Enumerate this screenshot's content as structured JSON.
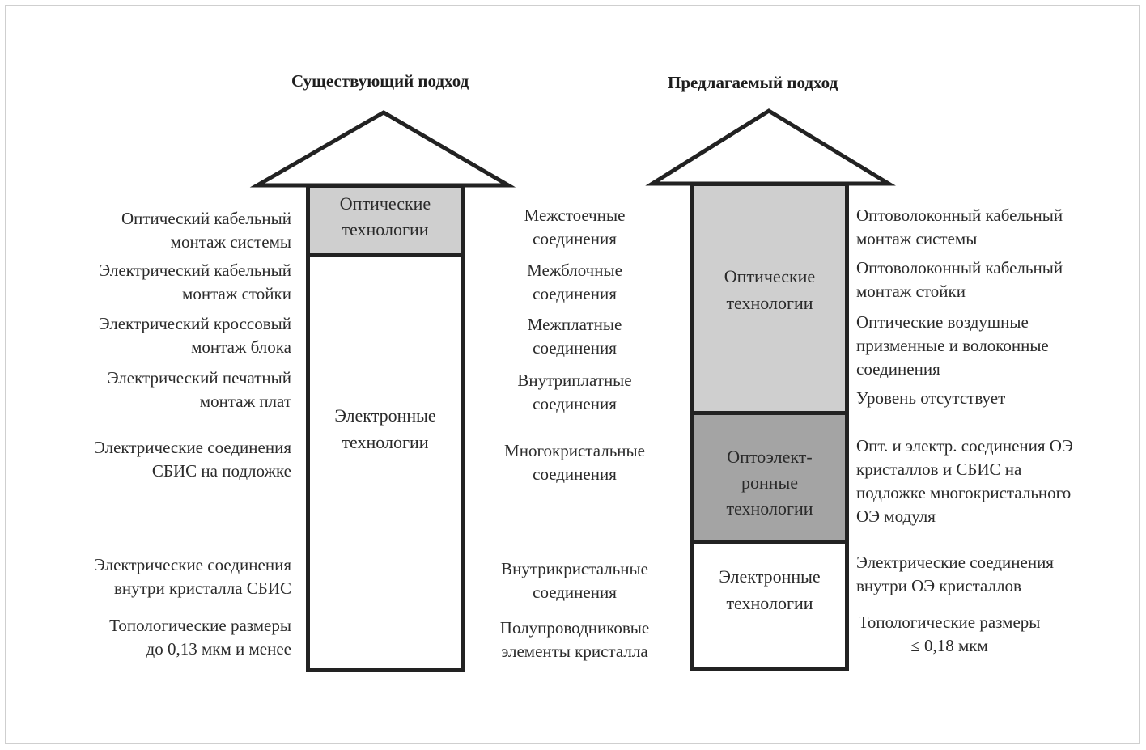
{
  "titles": {
    "existing": "Существующий подход",
    "proposed": "Предлагаемый подход"
  },
  "existing_column": {
    "blocks": [
      {
        "label": "Оптические\nтехнологии",
        "fill": "#cfcfcf"
      },
      {
        "label": "Электронные\nтехнологии",
        "fill": "#ffffff"
      }
    ],
    "left_labels": [
      "Оптический кабельный\nмонтаж системы",
      "Электрический кабельный\nмонтаж стойки",
      "Электрический кроссовый\nмонтаж блока",
      "Электрический печатный\nмонтаж плат",
      "Электрические соединения\nСБИС на подложке",
      "Электрические соединения\nвнутри кристалла СБИС",
      "Топологические размеры\nдо 0,13 мкм и менее"
    ]
  },
  "levels": [
    "Межстоечные\nсоединения",
    "Межблочные\nсоединения",
    "Межплатные\nсоединения",
    "Внутриплатные\nсоединения",
    "Многокристальные\nсоединения",
    "Внутрикристальные\nсоединения",
    "Полупроводниковые\nэлементы кристалла"
  ],
  "proposed_column": {
    "blocks": [
      {
        "label": "Оптические\nтехнологии",
        "fill": "#cfcfcf"
      },
      {
        "label": "Оптоэлект-\nронные\nтехнологии",
        "fill": "#a4a4a4"
      },
      {
        "label": "Электронные\nтехнологии",
        "fill": "#ffffff"
      }
    ],
    "right_labels": [
      "Оптоволоконный кабельный\nмонтаж системы",
      "Оптоволоконный кабельный\nмонтаж стойки",
      "Оптические воздушные\nпризменные и волоконные\nсоединения",
      "Уровень отсутствует",
      "Опт. и электр. соединения ОЭ\nкристаллов и СБИС на\nподложке многокристального\nОЭ модуля",
      "Электрические соединения\nвнутри ОЭ кристаллов",
      "Топологические размеры\n≤ 0,18 мкм"
    ]
  }
}
